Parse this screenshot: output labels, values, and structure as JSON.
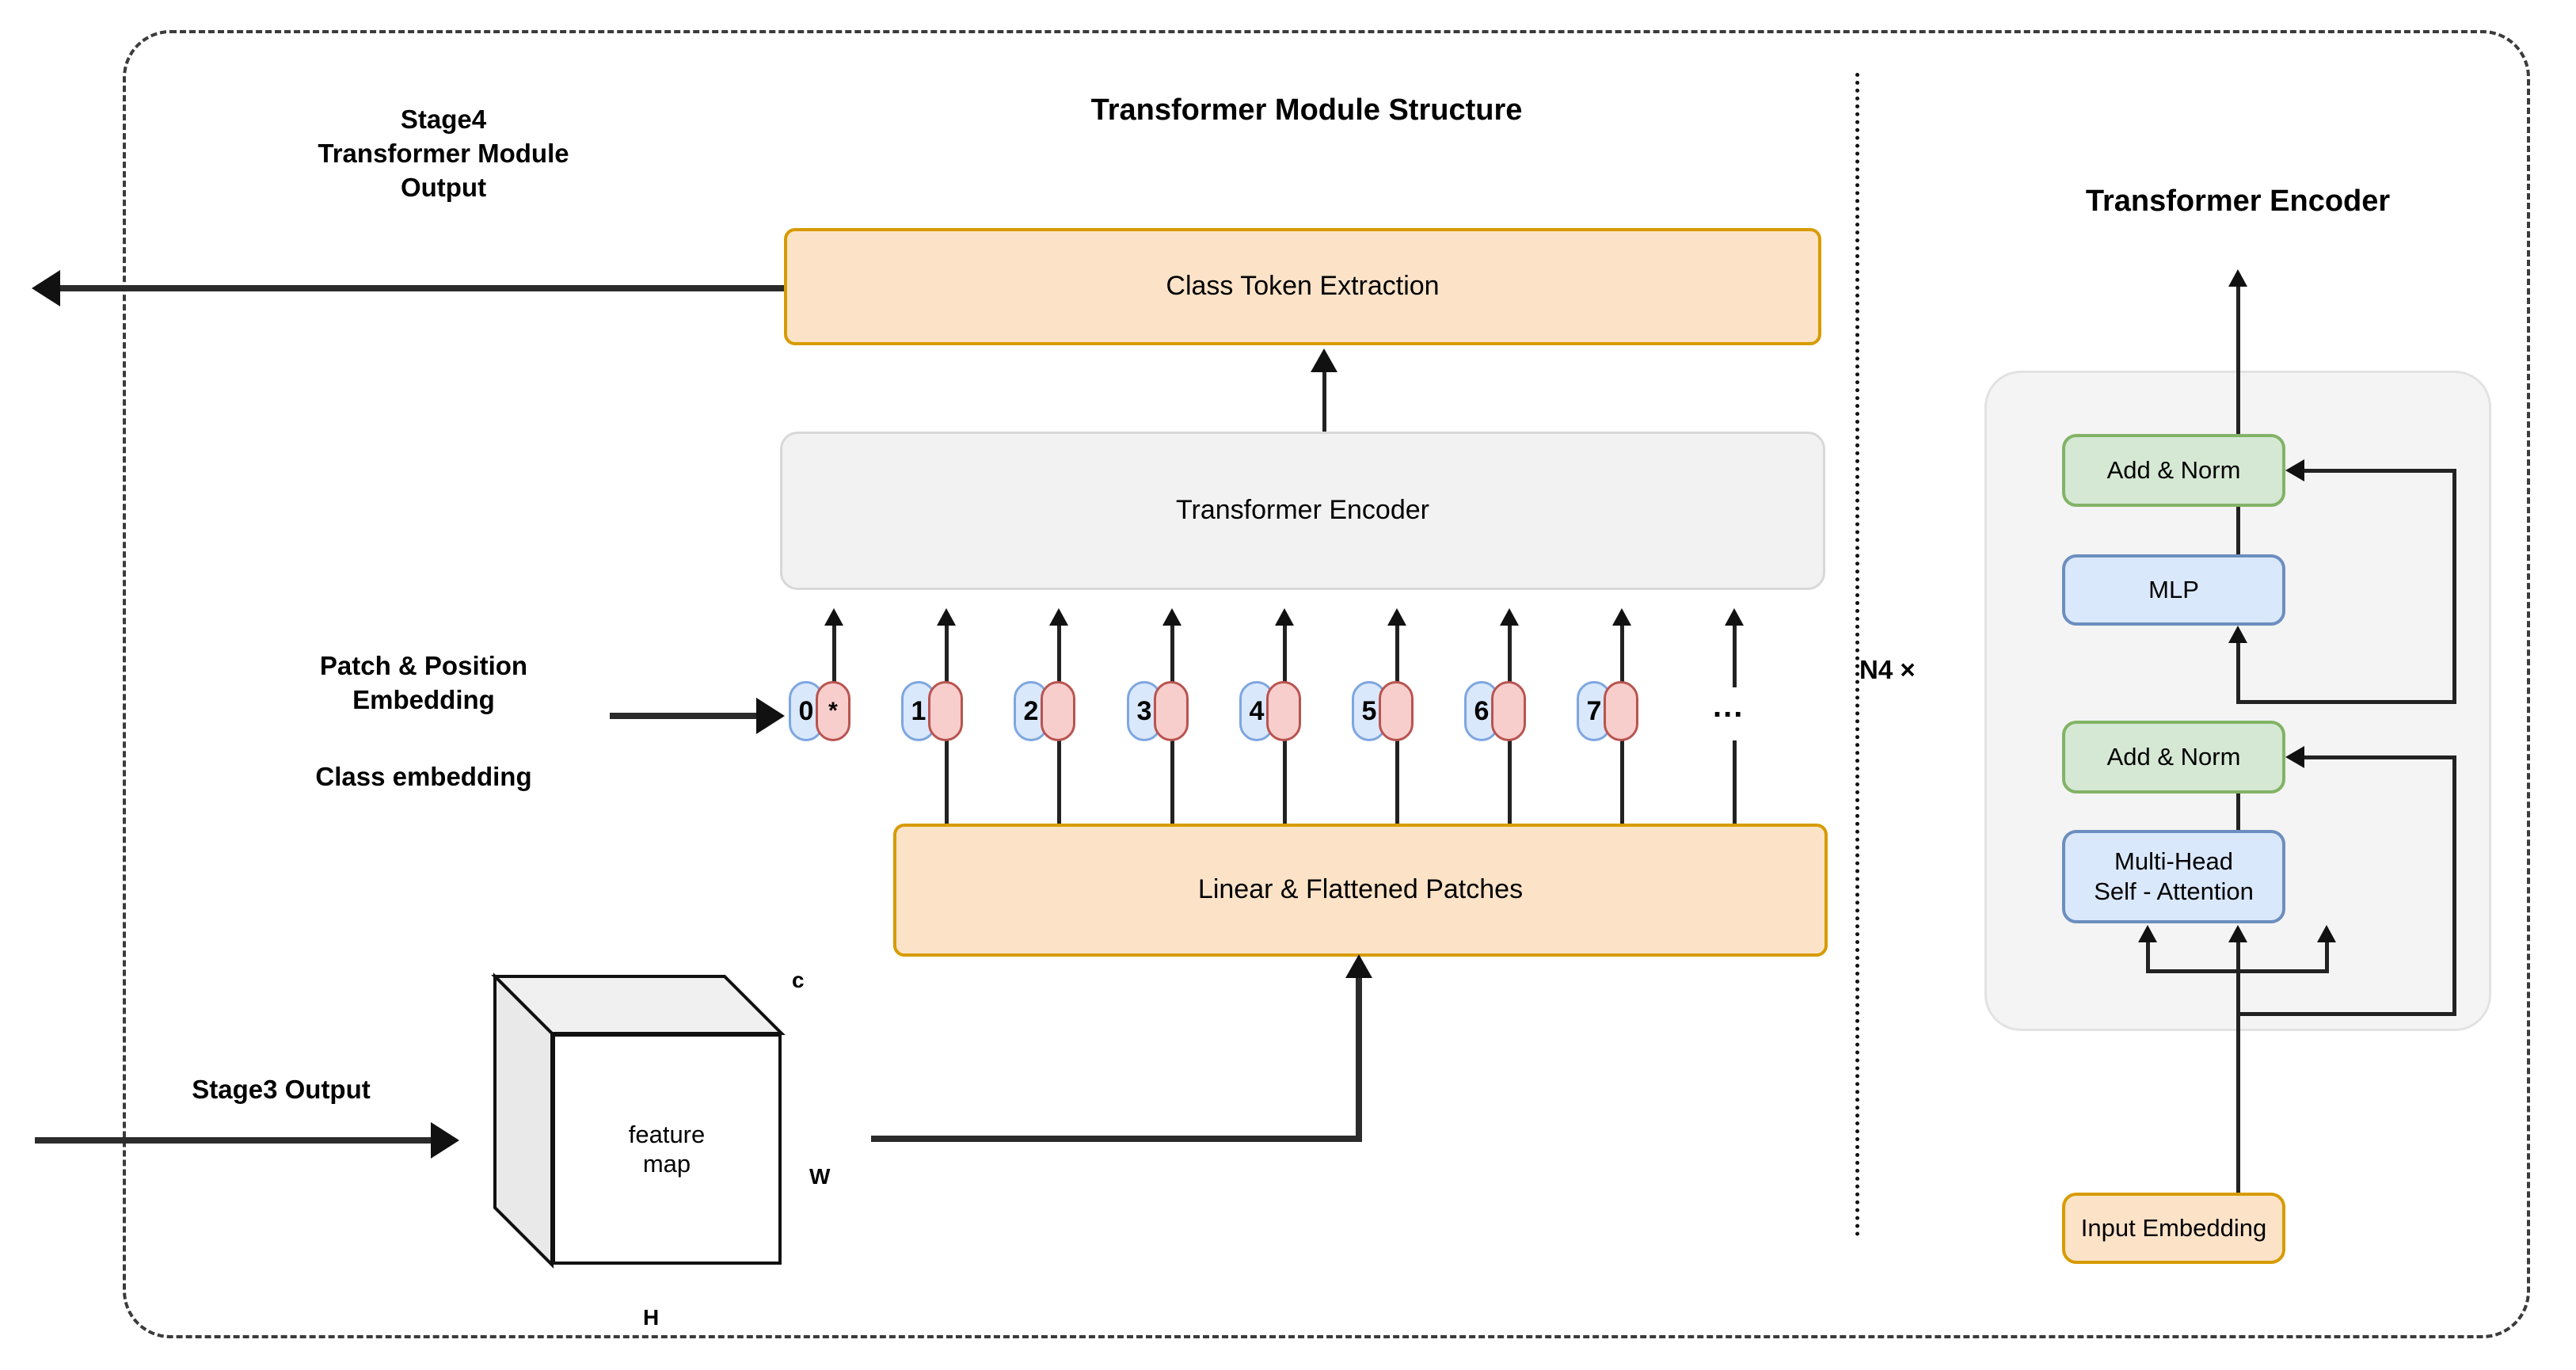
{
  "diagram": {
    "title": "Transformer Module Structure",
    "outer_border": "dashed",
    "divider": "dotted-vertical"
  },
  "left_panel": {
    "stage4_output_label": "Stage4\nTransformer Module\nOutput",
    "class_token_extraction": "Class Token Extraction",
    "transformer_encoder": "Transformer Encoder",
    "patch_position_embedding_label": "Patch & Position\nEmbedding",
    "class_embedding_label": "Class embedding",
    "linear_flattened_patches": "Linear & Flattened Patches",
    "stage3_output_label": "Stage3 Output",
    "feature_map_label": "feature\nmap",
    "dim_c": "c",
    "dim_w": "W",
    "dim_h": "H",
    "tokens": [
      {
        "index": "0",
        "mark": "*"
      },
      {
        "index": "1",
        "mark": ""
      },
      {
        "index": "2",
        "mark": ""
      },
      {
        "index": "3",
        "mark": ""
      },
      {
        "index": "4",
        "mark": ""
      },
      {
        "index": "5",
        "mark": ""
      },
      {
        "index": "6",
        "mark": ""
      },
      {
        "index": "7",
        "mark": ""
      }
    ],
    "token_ellipsis": "..."
  },
  "right_panel": {
    "title": "Transformer Encoder",
    "repeat_label": "N4 ×",
    "blocks": {
      "add_norm_top": "Add & Norm",
      "mlp": "MLP",
      "add_norm_bottom": "Add & Norm",
      "multi_head_self_attention": "Multi-Head\nSelf - Attention",
      "input_embedding": "Input Embedding"
    }
  },
  "colors": {
    "orange_fill": "#FCE3C8",
    "orange_border": "#D79B00",
    "gray_fill": "#F2F2F2",
    "gray_border": "#D8D8D8",
    "green_fill": "#D5E8D4",
    "green_border": "#82B366",
    "blue_fill": "#DAE8FC",
    "blue_border": "#6C8EBF",
    "token_blue_fill": "#DAE8FC",
    "token_blue_border": "#7EA6E0",
    "token_pink_fill": "#F8CECC",
    "token_pink_border": "#B85450",
    "line": "#111111",
    "panel_fill": "#F4F4F4"
  }
}
